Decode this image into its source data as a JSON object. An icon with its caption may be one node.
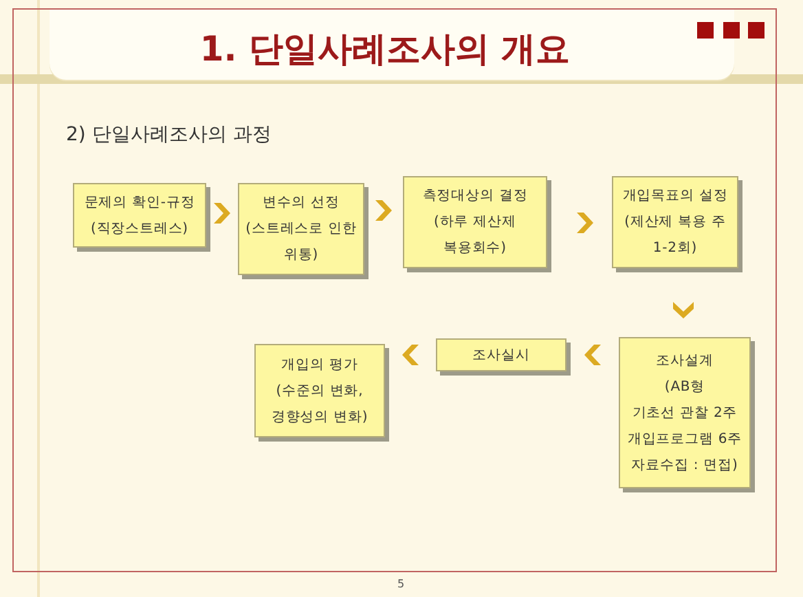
{
  "diagram": {
    "title": "1. 단일사례조사의 개요",
    "nodes": [
      {
        "text": [
          "문제의 확인-규정",
          "(직장스트레스)"
        ]
      },
      {
        "text": [
          "변수의 선정",
          "(스트레스로 인한 위통)"
        ]
      },
      {
        "text": [
          "측정대상의 결정",
          "(하루 제산제 복용회수)"
        ]
      },
      {
        "text": [
          "개입목표의 설정",
          "(제산제 복용 주 1-2회)"
        ]
      },
      {
        "text": [
          "조사설계",
          "(AB형",
          "기초선 관찰 2주",
          "개입프로그램 6주",
          "자료수집 : 면접)"
        ]
      },
      {
        "text": [
          "조사실시"
        ]
      },
      {
        "text": [
          "개입의 평가",
          "(수준의 변화, 경향성의 변화)"
        ]
      }
    ],
    "edges": [
      {
        "from": 0,
        "to": 1,
        "arrow": "to"
      },
      {
        "from": 1,
        "to": 2,
        "arrow": "to"
      },
      {
        "from": 2,
        "to": 3,
        "arrow": "to"
      },
      {
        "from": 3,
        "to": 4,
        "arrow": "to"
      },
      {
        "from": 4,
        "to": 5,
        "arrow": "to"
      },
      {
        "from": 5,
        "to": 6,
        "arrow": "to"
      }
    ],
    "labels": [
      "2) 단일사례조사의 과정",
      "5"
    ]
  }
}
